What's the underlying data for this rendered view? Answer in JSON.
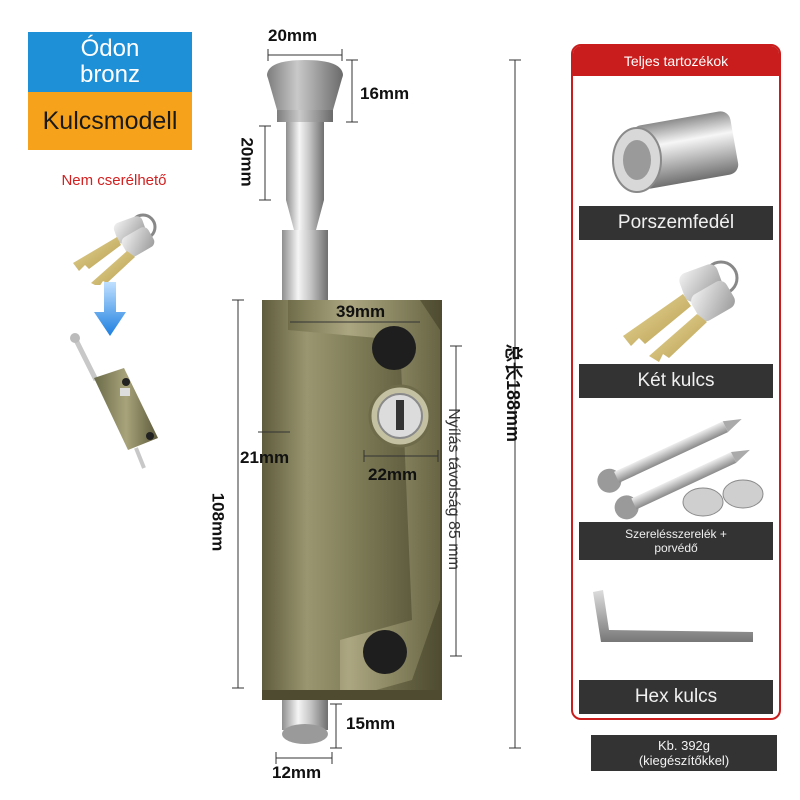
{
  "tags": {
    "finish_line1": "Ódon",
    "finish_line2": "bronz",
    "model": "Kulcsmodell",
    "note": "Nem cserélhető"
  },
  "dimensions": {
    "top_width": "20mm",
    "knob_height": "16mm",
    "pin_length": "20mm",
    "body_width": "39mm",
    "body_depth": "21mm",
    "lock_width": "22mm",
    "body_height": "108mm",
    "total_length": "总长188mm",
    "opening_distance": "Nyílás távolság 85 mm",
    "bottom_pin_height": "15mm",
    "bottom_pin_width": "12mm"
  },
  "accessories": {
    "header": "Teljes tartozékok",
    "items": [
      {
        "label": "Porszemfedél"
      },
      {
        "label": "Két kulcs"
      },
      {
        "label": "Szerelésszerelék +",
        "label2": "porvédő"
      },
      {
        "label": "Hex kulcs"
      }
    ]
  },
  "weight": {
    "line1": "Kb. 392g",
    "line2": "(kiegészítőkkel)"
  },
  "colors": {
    "accent_red": "#c91c1c",
    "tag_blue": "#1e90d8",
    "tag_orange": "#f6a21a",
    "bronze": "#8a8760"
  }
}
